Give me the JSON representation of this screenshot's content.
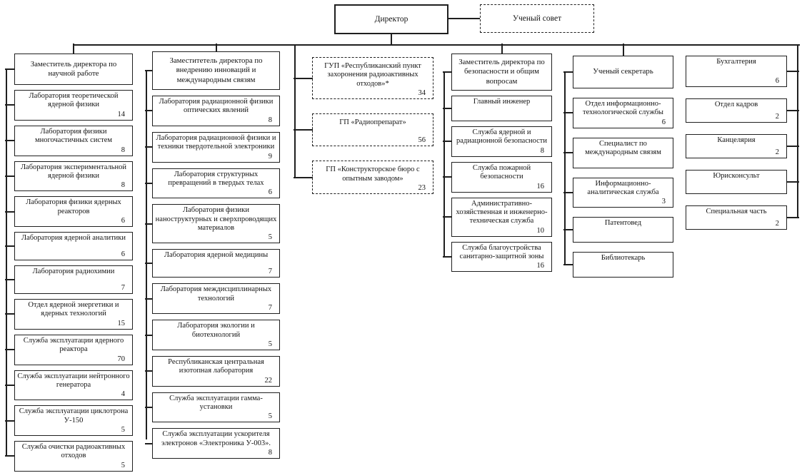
{
  "top": {
    "director": "Директор",
    "council": "Ученый совет"
  },
  "columns": [
    {
      "id": "research-deputy",
      "header": "Заместитель директора по научной работе",
      "items": [
        {
          "label": "Лаборатория теоретической ядерной физики",
          "count": "14"
        },
        {
          "label": "Лаборатория физики многочастичных систем",
          "count": "8"
        },
        {
          "label": "Лаборатория экспериментальной ядерной физики",
          "count": "8"
        },
        {
          "label": "Лаборатория физики ядерных реакторов",
          "count": "6"
        },
        {
          "label": "Лаборатория ядерной аналитики",
          "count": "6"
        },
        {
          "label": "Лаборатория радиохимии",
          "count": "7"
        },
        {
          "label": "Отдел ядерной энергетики и ядерных технологий",
          "count": "15"
        },
        {
          "label": "Служба эксплуатации ядерного реактора",
          "count": "70"
        },
        {
          "label": "Служба эксплуатации нейтронного генератора",
          "count": "4"
        },
        {
          "label": "Служба эксплуатации циклотрона У-150",
          "count": "5"
        },
        {
          "label": "Служба очистки радиоактивных отходов",
          "count": "5"
        }
      ]
    },
    {
      "id": "innovation-deputy",
      "header": "Заместитетель директора по внедрению инноваций и международным связям",
      "items": [
        {
          "label": "Лаборатория радиационной физики оптических явлений",
          "count": "8"
        },
        {
          "label": "Лаборатория радиационной физики и техники твердотельной электроники",
          "count": "9"
        },
        {
          "label": "Лаборатория структурных превращений в твердых телах",
          "count": "6"
        },
        {
          "label": "Лаборатория физики наноструктурных и сверхпроводящих материалов",
          "count": "5"
        },
        {
          "label": "Лаборатория ядерной медицины",
          "count": "7"
        },
        {
          "label": "Лаборатория междисциплинарных технологий",
          "count": "7"
        },
        {
          "label": "Лаборатория экологии и биотехнологий",
          "count": "5"
        },
        {
          "label": "Республиканская центральная изотопная лаборатория",
          "count": "22"
        },
        {
          "label": "Служба эксплуатации гамма-установки",
          "count": "5"
        },
        {
          "label": "Служба эксплуатации ускорителя электронов «Электроника У-003».",
          "count": "8"
        }
      ]
    },
    {
      "id": "state-enterprises",
      "header": null,
      "items": [
        {
          "label": "ГУП «Республиканский пункт захоронения радиоактивных отходов»*",
          "count": "34"
        },
        {
          "label": "ГП «Радиопрепарат»",
          "count": "56"
        },
        {
          "label": "ГП «Конструкторское бюро с опытным заводом»",
          "count": "23"
        }
      ]
    },
    {
      "id": "safety-deputy",
      "header": "Заместитель директора по безопасности и общим вопросам",
      "items": [
        {
          "label": "Главный инженер",
          "count": ""
        },
        {
          "label": "Служба ядерной и радиационной безопасности",
          "count": "8"
        },
        {
          "label": "Служба пожарной безопасности",
          "count": "16"
        },
        {
          "label": "Административно-хозяйственная и инженерно-техническая служба",
          "count": "10"
        },
        {
          "label": "Служба благоустройства санитарно-защитной зоны",
          "count": "16"
        }
      ]
    },
    {
      "id": "scientific-secretary",
      "header": "Ученый секретарь",
      "items": [
        {
          "label": "Отдел информационно-технологической службы",
          "count": "6"
        },
        {
          "label": "Специалист по международным связям",
          "count": ""
        },
        {
          "label": "Информационно-аналитическая служба",
          "count": "3"
        },
        {
          "label": "Патентовед",
          "count": ""
        },
        {
          "label": "Библиотекарь",
          "count": ""
        }
      ]
    },
    {
      "id": "administration",
      "header": null,
      "items": [
        {
          "label": "Бухгалтерия",
          "count": "6"
        },
        {
          "label": "Отдел кадров",
          "count": "2"
        },
        {
          "label": "Канцелярия",
          "count": "2"
        },
        {
          "label": "Юрисконсульт",
          "count": ""
        },
        {
          "label": "Специальная часть",
          "count": "2"
        }
      ]
    }
  ]
}
